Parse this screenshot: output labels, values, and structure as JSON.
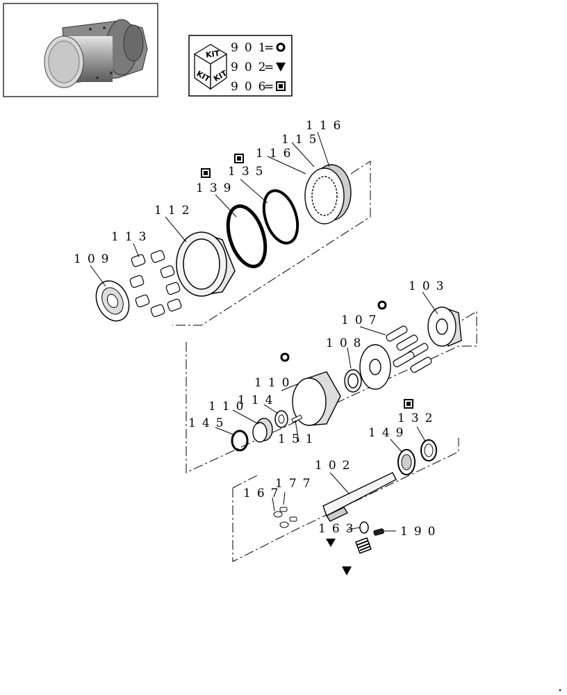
{
  "kit_legend": {
    "cube_text": "KIT",
    "entries": [
      {
        "code": "901",
        "symbol": "circle"
      },
      {
        "code": "902",
        "symbol": "triangle"
      },
      {
        "code": "906",
        "symbol": "square"
      }
    ]
  },
  "labels": {
    "l116a": "116",
    "l115": "115",
    "l116b": "116",
    "l135": "135",
    "l139": "139",
    "l112": "112",
    "l113": "113",
    "l109": "109",
    "l103": "103",
    "l107": "107",
    "l108": "108",
    "l110a": "110",
    "l110b": "110",
    "l114": "114",
    "l145": "145",
    "l151": "151",
    "l132": "132",
    "l149": "149",
    "l102": "102",
    "l167": "167",
    "l177": "177",
    "l163": "163",
    "l190": "190"
  },
  "icons": {
    "kit_circle": "circle",
    "kit_triangle": "triangle-down",
    "kit_square": "square"
  }
}
